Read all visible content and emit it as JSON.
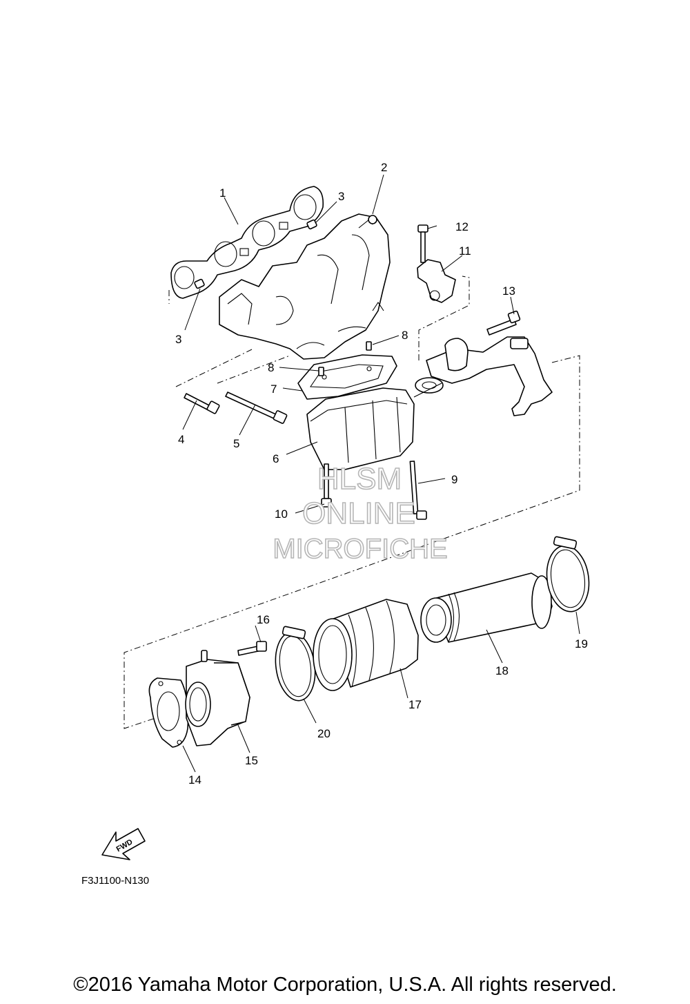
{
  "diagram": {
    "code": "F3J1100-N130",
    "fwd_label": "FWD",
    "watermark": [
      "HLSM",
      "ONLINE",
      "MICROFICHE"
    ],
    "callouts": [
      "1",
      "2",
      "3",
      "3",
      "4",
      "5",
      "6",
      "7",
      "8",
      "8",
      "9",
      "10",
      "11",
      "12",
      "13",
      "14",
      "15",
      "16",
      "17",
      "18",
      "19",
      "20"
    ]
  },
  "footer": {
    "copyright": "©2016 Yamaha Motor Corporation, U.S.A. All rights reserved."
  }
}
